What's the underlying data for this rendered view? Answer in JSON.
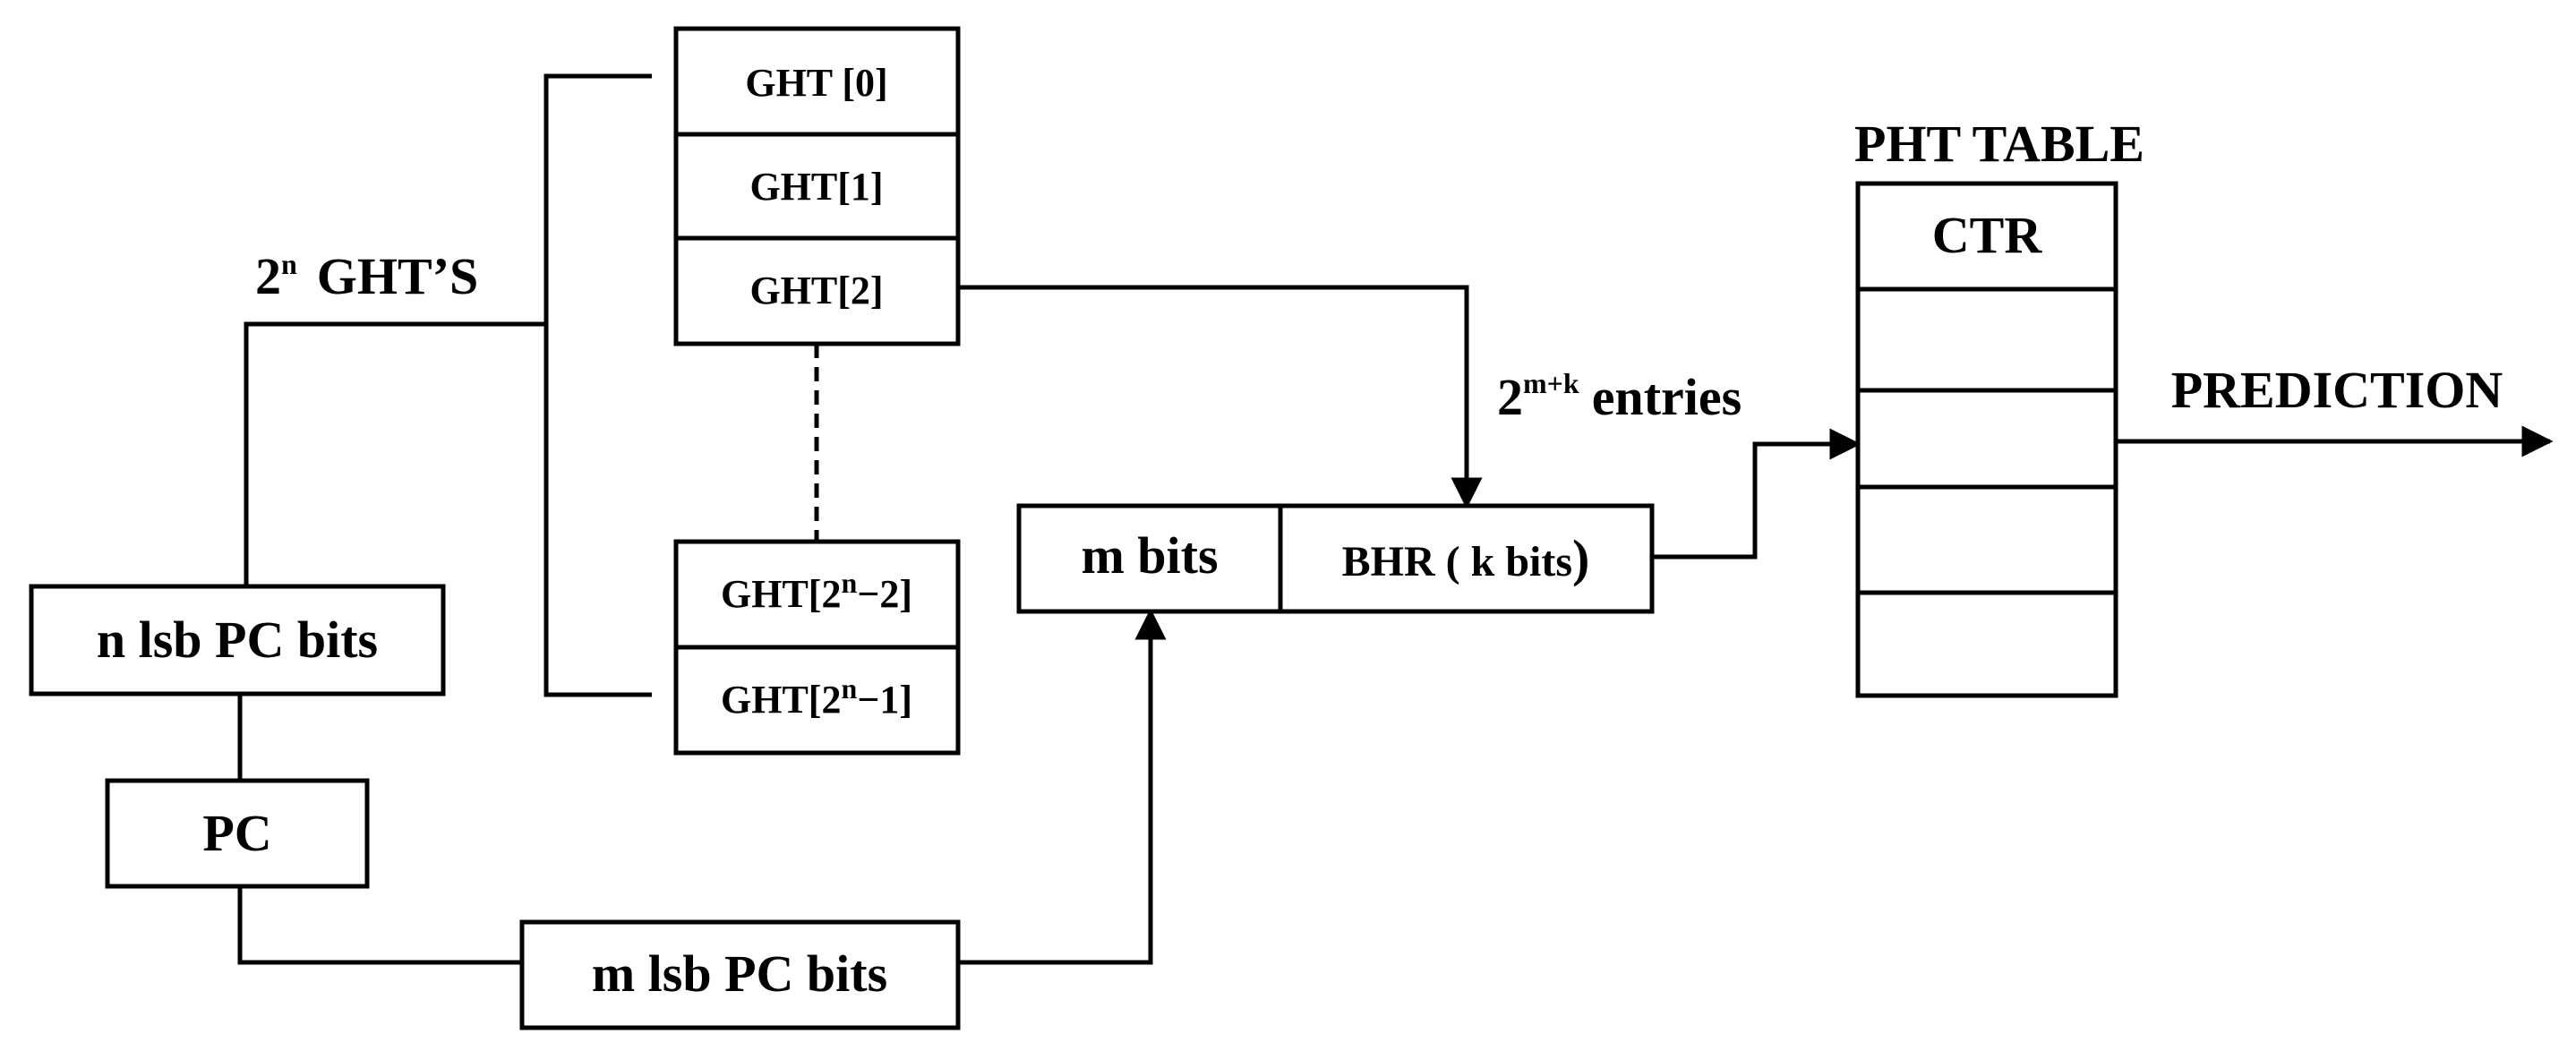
{
  "labels": {
    "ght_count_base": "2",
    "ght_count_exp": "n",
    "ght_count_text": "GHT’S",
    "ght_0": "GHT [0]",
    "ght_1": "GHT[1]",
    "ght_2": "GHT[2]",
    "ght_n2_pre": "GHT[2",
    "ght_n2_exp": "n",
    "ght_n2_post": "−2]",
    "ght_n1_pre": "GHT[2",
    "ght_n1_exp": "n",
    "ght_n1_post": "−1]",
    "n_lsb": "n lsb  PC bits",
    "pc": "PC",
    "m_lsb": "m lsb  PC bits",
    "m_bits": "m bits",
    "bhr_main": "BHR ( k bits",
    "bhr_paren": ")",
    "entries_base": "2",
    "entries_exp": "m+k",
    "entries_text": "entries",
    "pht_title": "PHT TABLE",
    "ctr": "CTR",
    "prediction": "PREDICTION"
  },
  "colors": {
    "line": "#000000",
    "background": "#ffffff"
  }
}
